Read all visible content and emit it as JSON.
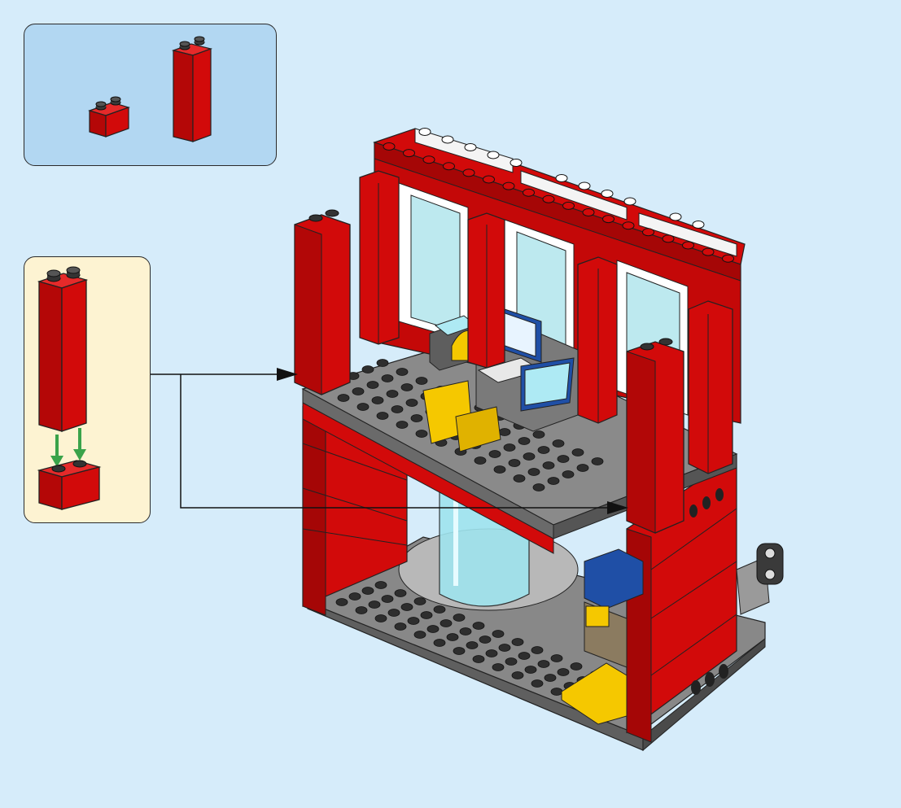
{
  "page": {
    "background_color": "#d6ecfa"
  },
  "parts_list": {
    "background_color": "#b2d7f2",
    "items": [
      {
        "name": "red-brick-1x2",
        "color": "#d20a0a",
        "quantity_label": ""
      },
      {
        "name": "red-brick-1x2x5",
        "color": "#d20a0a",
        "quantity_label": ""
      }
    ]
  },
  "sub_assembly": {
    "background_color": "#fdf3d2",
    "arrow_color": "#3aa34a",
    "step_count": 2
  },
  "model": {
    "brick_red": "#d20a0a",
    "plate_gray": "#6d6d6d",
    "stud_dark": "#2e2e2e",
    "accent_yellow": "#f5c800",
    "accent_blue": "#1f4fa6",
    "glass_cyan": "#9fe4ee",
    "white": "#ffffff"
  },
  "pointer_arrows": [
    {
      "name": "arrow-upper-floor-pillar"
    },
    {
      "name": "arrow-front-pillar"
    }
  ]
}
